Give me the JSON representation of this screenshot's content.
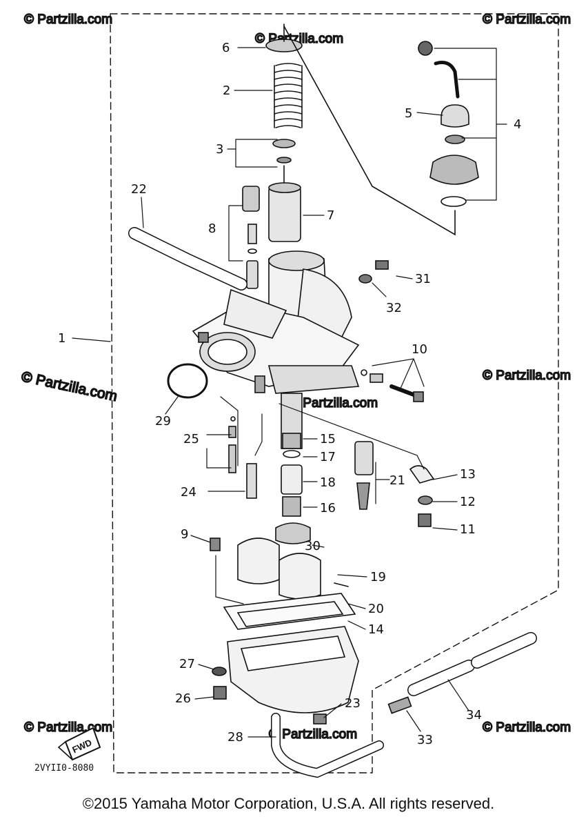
{
  "watermark_text": "© Partzilla.com",
  "part_numbers": [
    "1",
    "2",
    "3",
    "4",
    "5",
    "6",
    "7",
    "8",
    "9",
    "10",
    "11",
    "12",
    "13",
    "14",
    "15",
    "16",
    "17",
    "18",
    "19",
    "20",
    "21",
    "22",
    "23",
    "24",
    "25",
    "26",
    "27",
    "28",
    "29",
    "30",
    "31",
    "32",
    "33",
    "34"
  ],
  "diagram_code": "2VYII0-8080",
  "direction_badge": "FWD",
  "copyright": "©2015 Yamaha Motor Corporation, U.S.A. All rights reserved."
}
